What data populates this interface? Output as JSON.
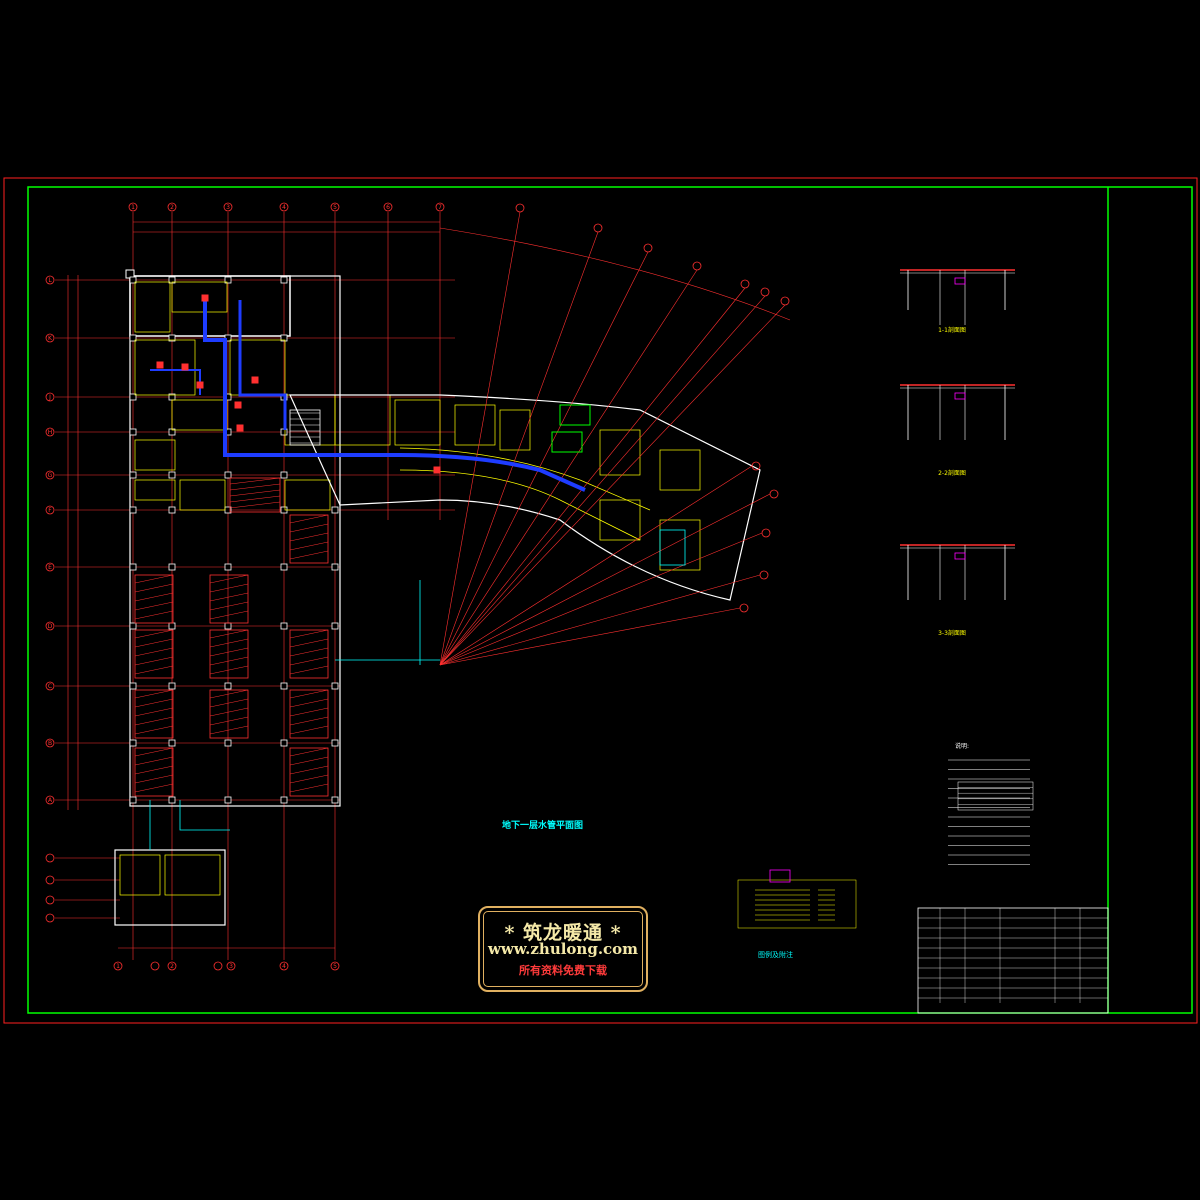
{
  "stamp": {
    "line1": "* 筑龙暖通 *",
    "line2": "www.zhulong.com",
    "line3": "所有资料免费下载"
  },
  "drawing": {
    "plan_title": "地下一层水管平面图",
    "legend_title": "图例及附注",
    "grid_top_labels": [
      "1",
      "2",
      "3",
      "4",
      "5",
      "6",
      "7"
    ],
    "grid_bottom_labels": [
      "1",
      "2",
      "3",
      "4",
      "5"
    ],
    "grid_left_labels": [
      "L",
      "K",
      "J",
      "H",
      "G",
      "F",
      "E",
      "D",
      "C",
      "B",
      "A"
    ],
    "section_titles": [
      "1-1剖面图",
      "2-2剖面图",
      "3-3剖面图"
    ]
  },
  "colors": {
    "background": "#000000",
    "frame_red": "#ff2020",
    "frame_green": "#00ff00",
    "wall_white": "#ffffff",
    "axis_red": "#ff3030",
    "pipe_blue": "#1e3cff",
    "cyan": "#00ffff",
    "yellow": "#ffff00",
    "magenta": "#ff00ff",
    "stamp_gold": "#e0b060"
  }
}
